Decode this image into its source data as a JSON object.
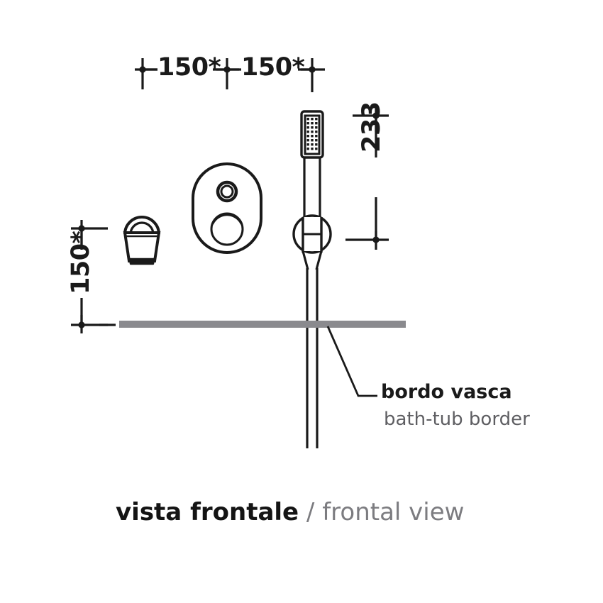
{
  "drawing": {
    "type": "technical-elevation-drawing",
    "view": "frontal",
    "units": "mm",
    "colors": {
      "line": "#1a1a1a",
      "tub_border": "#8a8a8e",
      "secondary_text": "#5e5e62",
      "caption_secondary_text": "#7c7c80",
      "background": "#ffffff"
    }
  },
  "dimensions": {
    "top_left": {
      "value": "150*",
      "orientation": "horizontal",
      "from_label": "left handle axis",
      "to_label": "center plate axis"
    },
    "top_right": {
      "value": "150*",
      "orientation": "horizontal",
      "from_label": "center plate axis",
      "to_label": "handshower axis"
    },
    "vertical_right": {
      "value": "233",
      "orientation": "vertical-rotated",
      "from_label": "handshower head top",
      "to_label": "wall bracket center"
    },
    "vertical_left": {
      "value": "150*",
      "orientation": "vertical-rotated",
      "from_label": "handle axis",
      "to_label": "bath-tub border"
    }
  },
  "callout": {
    "primary": "bordo vasca",
    "secondary": "bath-tub border"
  },
  "caption": {
    "italian": "vista frontale",
    "separator": " / ",
    "english": "frontal view"
  },
  "components": [
    {
      "name": "lever-handle",
      "label": "lever handle"
    },
    {
      "name": "control-plate",
      "label": "oval control plate"
    },
    {
      "name": "diverter-knob",
      "label": "diverter knob"
    },
    {
      "name": "mixer-ring",
      "label": "mixer ring"
    },
    {
      "name": "handshower",
      "label": "handshower"
    },
    {
      "name": "wall-bracket",
      "label": "wall bracket outlet"
    },
    {
      "name": "shower-hose",
      "label": "shower hose"
    },
    {
      "name": "tub-border",
      "label": "bath-tub border line"
    }
  ]
}
